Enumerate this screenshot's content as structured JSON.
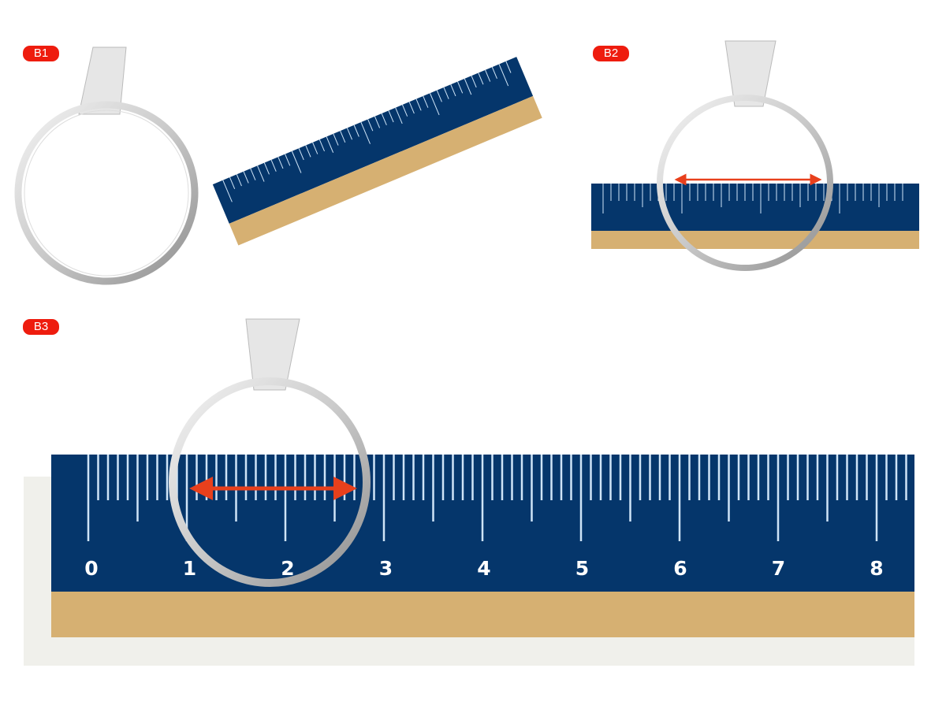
{
  "steps": [
    {
      "label": "B1"
    },
    {
      "label": "B2"
    },
    {
      "label": "B3"
    }
  ],
  "ruler": {
    "numbers": [
      "0",
      "1",
      "2",
      "3",
      "4",
      "5",
      "6",
      "7",
      "8"
    ],
    "subdivisions": 10
  },
  "colors": {
    "badge": "#ee1c0e",
    "ruler_blue": "#05366b",
    "ruler_tan": "#d6b072",
    "arrow": "#e8401c",
    "tick": "#cfe4f7"
  }
}
